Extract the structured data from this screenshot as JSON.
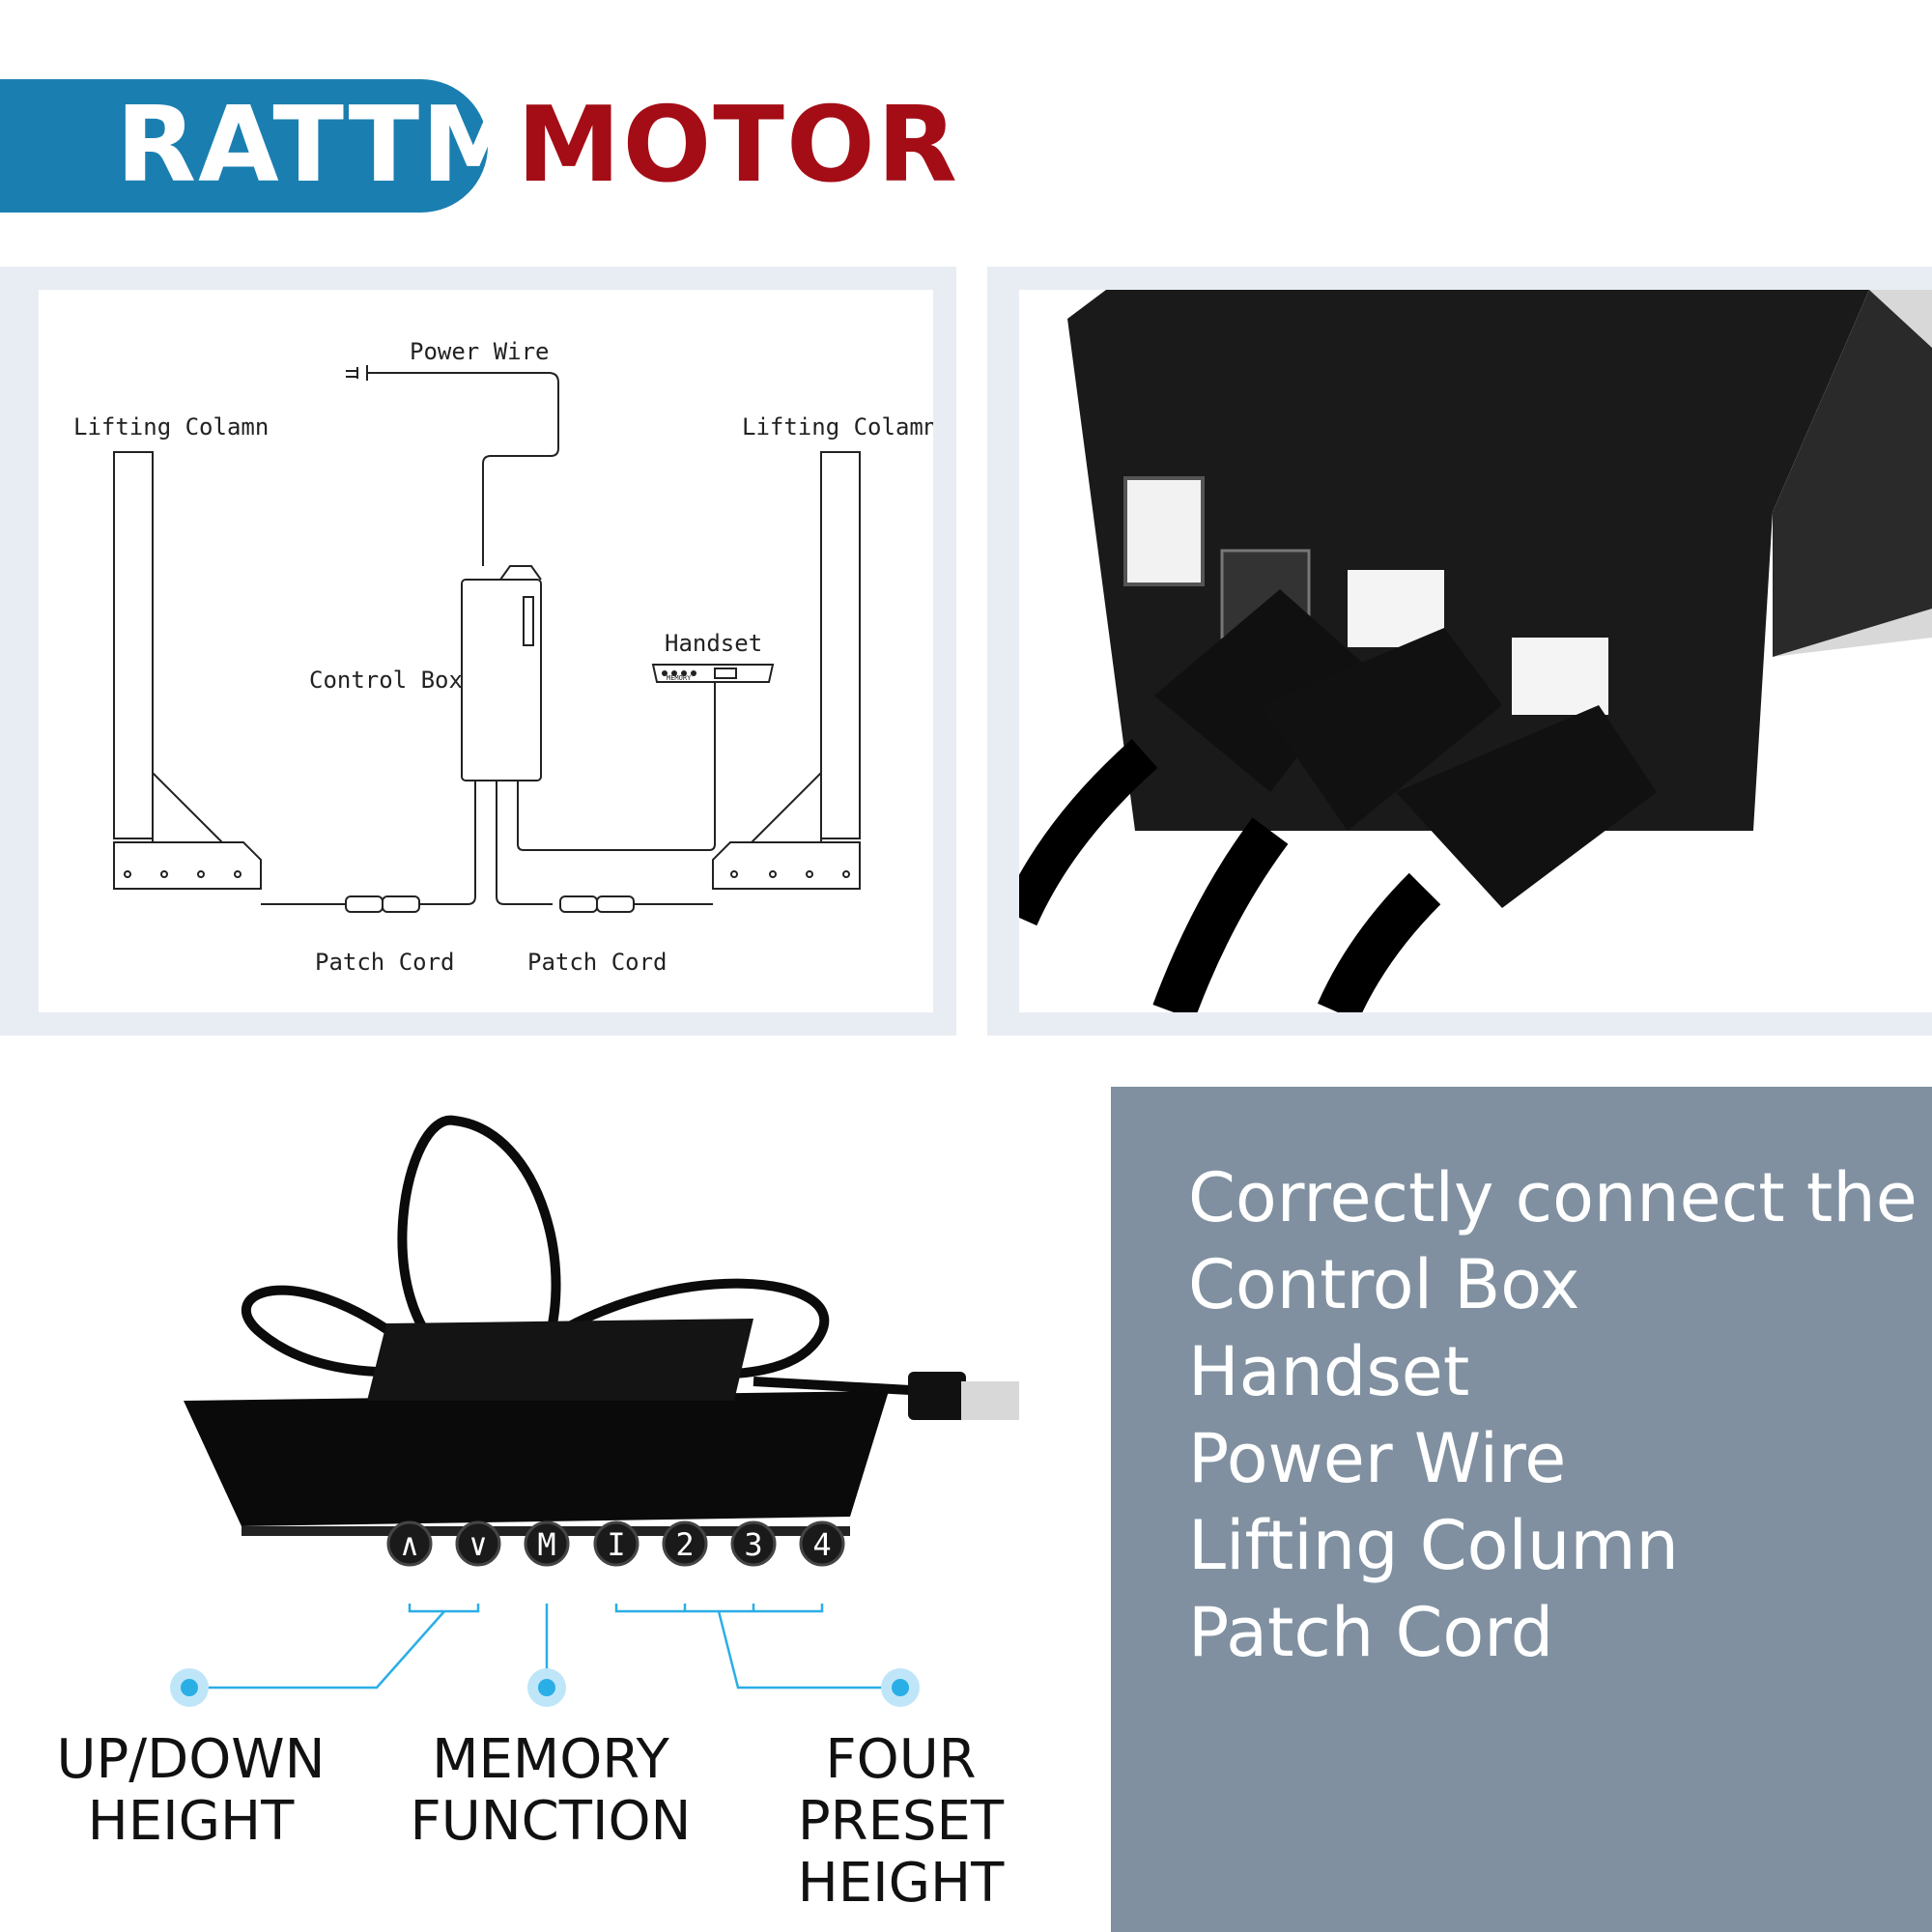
{
  "brand": {
    "part1": "RATTM",
    "part2": "MOTOR",
    "blue": "#1a7fb0",
    "red": "#a40d16"
  },
  "diagram": {
    "power_wire": "Power Wire",
    "lifting_column_left": "Lifting Colamn",
    "lifting_column_right": "Lifting Colamn",
    "handset": "Handset",
    "control_box": "Control Box",
    "patch_cord_left": "Patch Cord",
    "patch_cord_right": "Patch Cord",
    "handset_memory": "MEMORY"
  },
  "handset_buttons": [
    "∧",
    "∨",
    "M",
    "I",
    "2",
    "3",
    "4"
  ],
  "callouts": {
    "updown_line1": "UP/DOWN",
    "updown_line2": "HEIGHT",
    "memory_line1": "MEMORY",
    "memory_line2": "FUNCTION",
    "preset_line1": "FOUR PRESET",
    "preset_line2": "HEIGHT",
    "dot_color": "#2aaee6"
  },
  "info": {
    "lines": [
      "Correctly connect the",
      "Control Box",
      "Handset",
      "Power Wire",
      "Lifting Column",
      "Patch Cord"
    ],
    "background": "#8090a0"
  }
}
